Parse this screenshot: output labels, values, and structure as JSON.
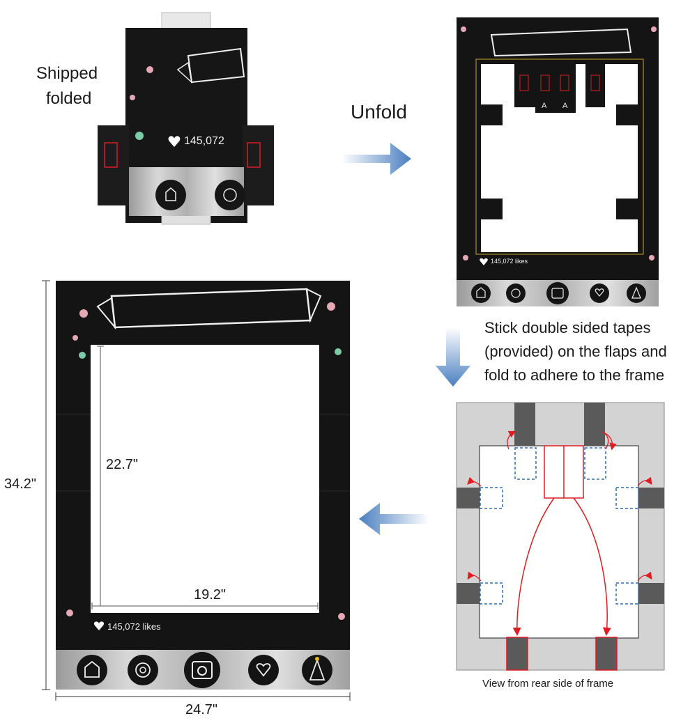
{
  "labels": {
    "shipped_line1": "Shipped",
    "shipped_line2": "folded",
    "unfold": "Unfold",
    "instruction_line1": "Stick double sided tapes",
    "instruction_line2": "(provided) on the flaps and",
    "instruction_line3": "fold to adhere to the frame",
    "rear_view_caption": "View from rear side of frame"
  },
  "dimensions": {
    "total_height": "34.2\"",
    "total_width": "24.7\"",
    "opening_height": "22.7\"",
    "opening_width": "19.2\""
  },
  "frame": {
    "likes_text": "145,072 likes",
    "likes_count_folded": "145,072",
    "flap_letter": "A"
  },
  "colors": {
    "chalkboard": "#141414",
    "arrow_blue": "#4a7fc0",
    "flap_gray": "#5a5a5a",
    "rear_gray": "#d3d3d3",
    "red_outline": "#e01b22",
    "dashed_blue": "#2b6fb5",
    "gold_line": "#c9a227"
  },
  "icons": [
    "home-icon",
    "spiral-icon",
    "camera-icon",
    "heart-icon",
    "party-hat-icon"
  ]
}
